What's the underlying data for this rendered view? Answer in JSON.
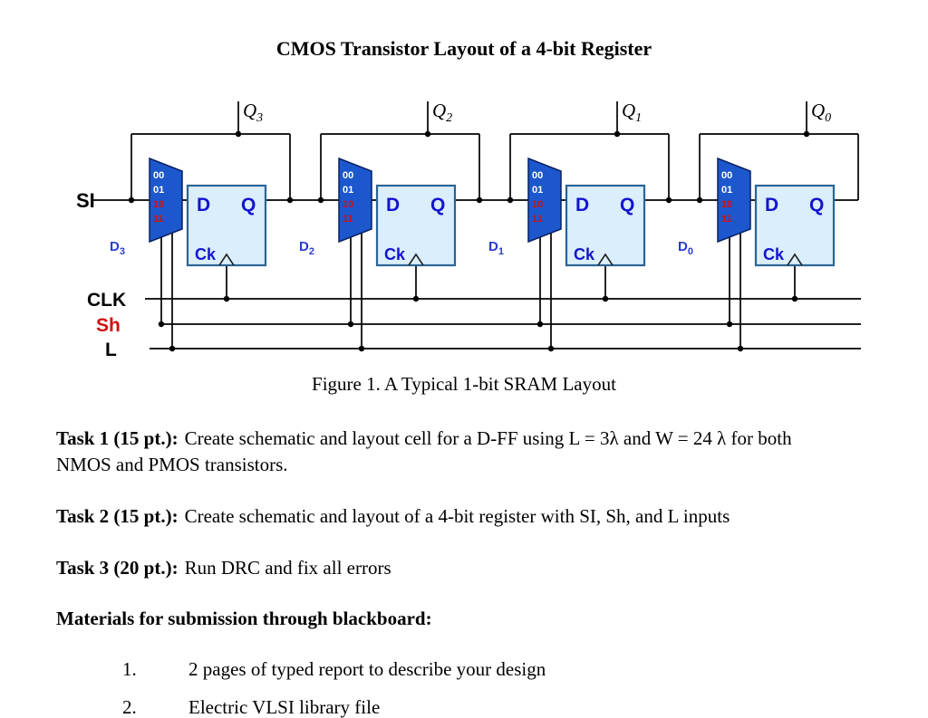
{
  "title": "CMOS Transistor Layout of a 4-bit Register",
  "diagram": {
    "si": "SI",
    "clk": "CLK",
    "sh": "Sh",
    "l": "L",
    "mux": {
      "in0": "00",
      "in1": "01",
      "in2": "10",
      "in3": "11"
    },
    "ff": {
      "d": "D",
      "q": "Q",
      "ck": "Ck"
    },
    "q_labels": [
      {
        "base": "Q",
        "sub": "3"
      },
      {
        "base": "Q",
        "sub": "2"
      },
      {
        "base": "Q",
        "sub": "1"
      },
      {
        "base": "Q",
        "sub": "0"
      }
    ],
    "d_labels": [
      {
        "base": "D",
        "sub": "3"
      },
      {
        "base": "D",
        "sub": "2"
      },
      {
        "base": "D",
        "sub": "1"
      },
      {
        "base": "D",
        "sub": "0"
      }
    ]
  },
  "caption": "Figure 1. A Typical 1-bit SRAM Layout",
  "tasks": [
    {
      "label": "Task 1 (15 pt.):",
      "body": "Create schematic and layout cell for a D-FF using L = 3λ and W = 24 λ for both NMOS and PMOS transistors."
    },
    {
      "label": "Task 2 (15 pt.):",
      "body": "Create schematic and layout of a 4-bit register with SI, Sh, and L inputs"
    },
    {
      "label": "Task 3 (20 pt.):",
      "body": "Run DRC and fix all errors"
    }
  ],
  "materials_heading": "Materials for submission through blackboard:",
  "materials": [
    {
      "num": "1.",
      "text": "2 pages of typed report to describe your design"
    },
    {
      "num": "2.",
      "text": "Electric VLSI library file"
    }
  ]
}
